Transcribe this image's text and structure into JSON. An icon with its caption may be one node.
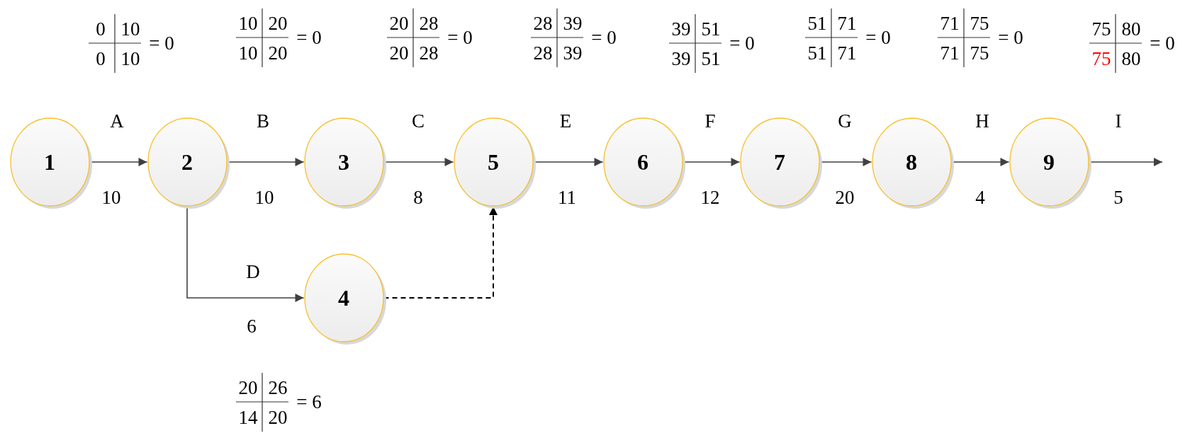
{
  "diagram": {
    "nodes": [
      {
        "text": [
          "1"
        ]
      },
      {
        "text": [
          "2"
        ]
      },
      {
        "text": [
          "3"
        ]
      },
      {
        "text": [
          "5"
        ]
      },
      {
        "text": [
          "6"
        ]
      },
      {
        "text": [
          "7"
        ]
      },
      {
        "text": [
          "8"
        ]
      },
      {
        "text": [
          "9"
        ]
      },
      {
        "text": [
          "4"
        ]
      }
    ],
    "edges": [
      {
        "from": 0,
        "to": 1,
        "arrow": "to",
        "label": "A"
      },
      {
        "from": 1,
        "to": 2,
        "arrow": "to",
        "label": "B"
      },
      {
        "from": 2,
        "to": 3,
        "arrow": "to",
        "label": "C"
      },
      {
        "from": 3,
        "to": 4,
        "arrow": "to",
        "label": "E"
      },
      {
        "from": 4,
        "to": 5,
        "arrow": "to",
        "label": "F"
      },
      {
        "from": 5,
        "to": 6,
        "arrow": "to",
        "label": "G"
      },
      {
        "from": 6,
        "to": 7,
        "arrow": "to",
        "label": "H"
      },
      {
        "from": 7,
        "to": null,
        "arrow": "to",
        "label": "I"
      },
      {
        "from": 1,
        "to": 8,
        "arrow": "to",
        "label": "D"
      },
      {
        "from": 8,
        "to": 3,
        "arrow": "to",
        "style": "dashed"
      }
    ],
    "labels": [
      "0",
      "10",
      "0",
      "10",
      "= 0",
      "10",
      "20",
      "10",
      "20",
      "= 0",
      "20",
      "28",
      "20",
      "28",
      "= 0",
      "28",
      "39",
      "28",
      "39",
      "= 0",
      "39",
      "51",
      "39",
      "51",
      "= 0",
      "51",
      "71",
      "51",
      "71",
      "= 0",
      "71",
      "75",
      "71",
      "75",
      "= 0",
      "75",
      "80",
      "75",
      "80",
      "= 0",
      "10",
      "10",
      "8",
      "11",
      "12",
      "20",
      "4",
      "5",
      "6",
      "20",
      "26",
      "14",
      "20",
      "= 6"
    ]
  }
}
